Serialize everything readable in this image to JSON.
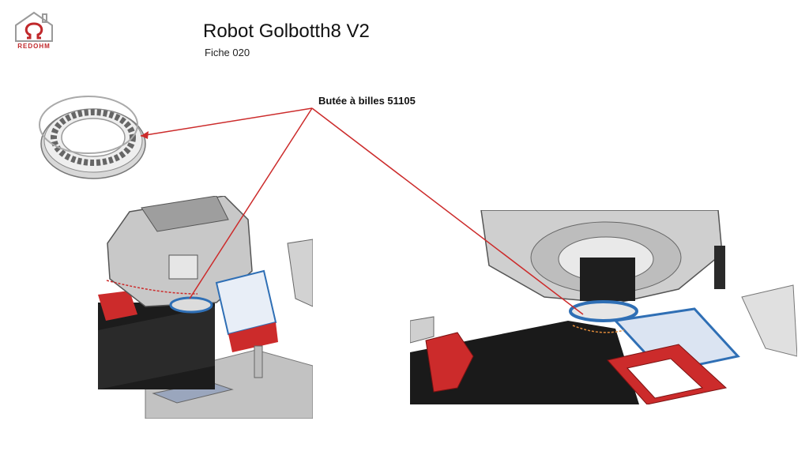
{
  "logo": {
    "text": "REDOHM",
    "icon": "house-omega-icon"
  },
  "header": {
    "title": "Robot Golbotth8 V2",
    "subtitle": "Fiche 020"
  },
  "callout": {
    "label": "Butée à billes 51105"
  },
  "colors": {
    "accent_red": "#cc2b2b",
    "logo_red": "#c0282b",
    "board_blue": "#2f6fb5",
    "dark_part": "#1e1e1e",
    "grey_part": "#bdbdbd"
  }
}
